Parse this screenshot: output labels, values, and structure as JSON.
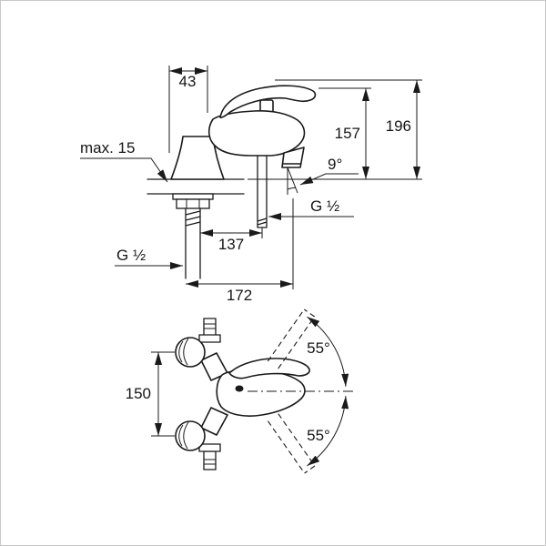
{
  "drawing": {
    "background": "#ffffff",
    "line_color": "#1a1a1a",
    "border_color": "#c8c8c8"
  },
  "top_view": {
    "dim_handle_offset": "43",
    "dim_height_to_spout": "157",
    "dim_height_total": "196",
    "deck_thickness_max": "max. 15",
    "spout_angle": "9°",
    "shower_outlet_thread": "G ½",
    "supply_thread": "G ½",
    "dim_outlet_distance": "137",
    "dim_overall_projection": "172"
  },
  "front_view": {
    "dim_connection_centers": "150",
    "swivel_angle_top": "55°",
    "swivel_angle_bottom": "55°"
  }
}
